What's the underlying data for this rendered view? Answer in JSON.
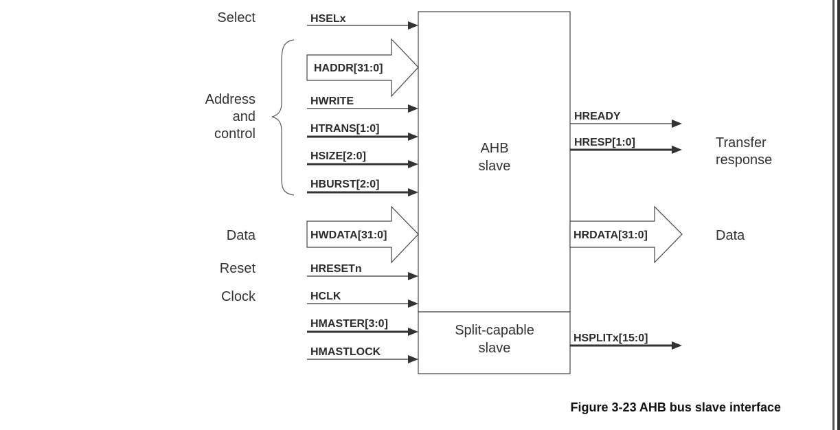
{
  "groups": {
    "select": "Select",
    "address_control": [
      "Address",
      "and",
      "control"
    ],
    "data_in": "Data",
    "reset": "Reset",
    "clock": "Clock",
    "transfer_response": [
      "Transfer",
      "response"
    ],
    "data_out": "Data"
  },
  "block": {
    "main": [
      "AHB",
      "slave"
    ],
    "split": [
      "Split-capable",
      "slave"
    ]
  },
  "signals_in": [
    {
      "id": "hselx",
      "label": "HSELx",
      "kind": "thin"
    },
    {
      "id": "haddr",
      "label": "HADDR[31:0]",
      "kind": "bus"
    },
    {
      "id": "hwrite",
      "label": "HWRITE",
      "kind": "thin"
    },
    {
      "id": "htrans",
      "label": "HTRANS[1:0]",
      "kind": "thick"
    },
    {
      "id": "hsize",
      "label": "HSIZE[2:0]",
      "kind": "thick"
    },
    {
      "id": "hburst",
      "label": "HBURST[2:0]",
      "kind": "thick"
    },
    {
      "id": "hwdata",
      "label": "HWDATA[31:0]",
      "kind": "bus"
    },
    {
      "id": "hresetn",
      "label": "HRESETn",
      "kind": "thin"
    },
    {
      "id": "hclk",
      "label": "HCLK",
      "kind": "thin"
    },
    {
      "id": "hmaster",
      "label": "HMASTER[3:0]",
      "kind": "thick"
    },
    {
      "id": "hmastlock",
      "label": "HMASTLOCK",
      "kind": "thin"
    }
  ],
  "signals_out": [
    {
      "id": "hready",
      "label": "HREADY",
      "kind": "thin"
    },
    {
      "id": "hresp",
      "label": "HRESP[1:0]",
      "kind": "thick"
    },
    {
      "id": "hrdata",
      "label": "HRDATA[31:0]",
      "kind": "bus"
    },
    {
      "id": "hsplitx",
      "label": "HSPLITx[15:0]",
      "kind": "thick"
    }
  ],
  "caption": "Figure 3-23 AHB bus slave interface"
}
